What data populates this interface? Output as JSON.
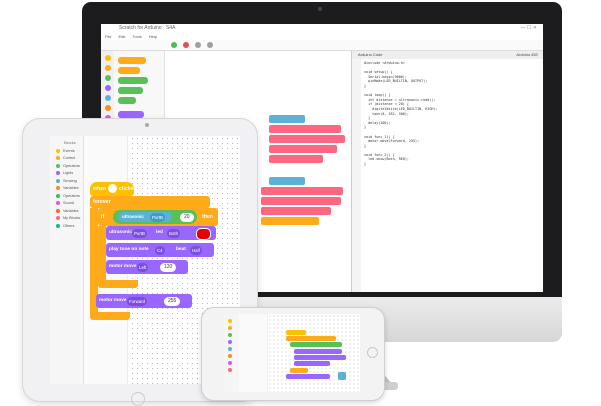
{
  "monitor": {
    "window_title": "Scratch for Arduino · S4A",
    "menu": [
      "File",
      "Edit",
      "Tools",
      "Help"
    ],
    "code_tab_left": "Arduino Code",
    "code_tab_right": "Arduino IDE",
    "code_lines": [
      "#include <Arduino.h>",
      "",
      "void setup() {",
      "  Serial.begin(9600);",
      "  pinMode(LED_BUILTIN, OUTPUT);",
      "}",
      "",
      "void loop() {",
      "  int distance = ultrasonic.read();",
      "  if (distance < 20) {",
      "    digitalWrite(LED_BUILTIN, HIGH);",
      "    tone(8, 262, 500);",
      "  }",
      "  delay(100);",
      "}",
      "",
      "void func_1() {",
      "  motor.move(Forward, 255);",
      "}",
      "",
      "void func_2() {",
      "  led.show(Both, RED);",
      "}"
    ]
  },
  "ipad": {
    "sidebar_header": "Blocks",
    "categories": [
      {
        "label": "Events",
        "color": "#FFBF00"
      },
      {
        "label": "Control",
        "color": "#FFAB19"
      },
      {
        "label": "Operators",
        "color": "#59C059"
      },
      {
        "label": "Lights",
        "color": "#9966FF"
      },
      {
        "label": "Sensing",
        "color": "#5CB1D6"
      },
      {
        "label": "Variables",
        "color": "#FF8C1A"
      },
      {
        "label": "Operators",
        "color": "#40BF4A"
      },
      {
        "label": "Sound",
        "color": "#CF63CF"
      },
      {
        "label": "Variables",
        "color": "#FF661A"
      },
      {
        "label": "My Blocks",
        "color": "#FF6680"
      },
      {
        "label": "Others",
        "color": "#0FBD8C"
      }
    ],
    "script": {
      "when_clicked_a": "when",
      "when_clicked_b": "clicked",
      "forever": "forever",
      "if_label": "if",
      "then_label": "then",
      "ultrasonic_label": "ultrasonic",
      "ultrasonic_port": "PortB",
      "compare_value": "20",
      "led_port": "PortB",
      "led_label": "led",
      "led_side": "Both",
      "tone_label": "play tone on note",
      "tone_note": "C4",
      "tone_beat_label": "beat",
      "tone_beat": "Half",
      "motor_label": "motor move",
      "motor_dir": "Left",
      "motor_speed": "120",
      "motor2_label": "motor move",
      "motor2_dir": "Forward",
      "motor2_speed": "255"
    }
  },
  "colors": {
    "event": "#FFBF00",
    "control": "#FFAB19",
    "operator": "#59C059",
    "looks": "#9966FF",
    "sensing": "#5CB1D6",
    "led_red": "#E60000"
  }
}
